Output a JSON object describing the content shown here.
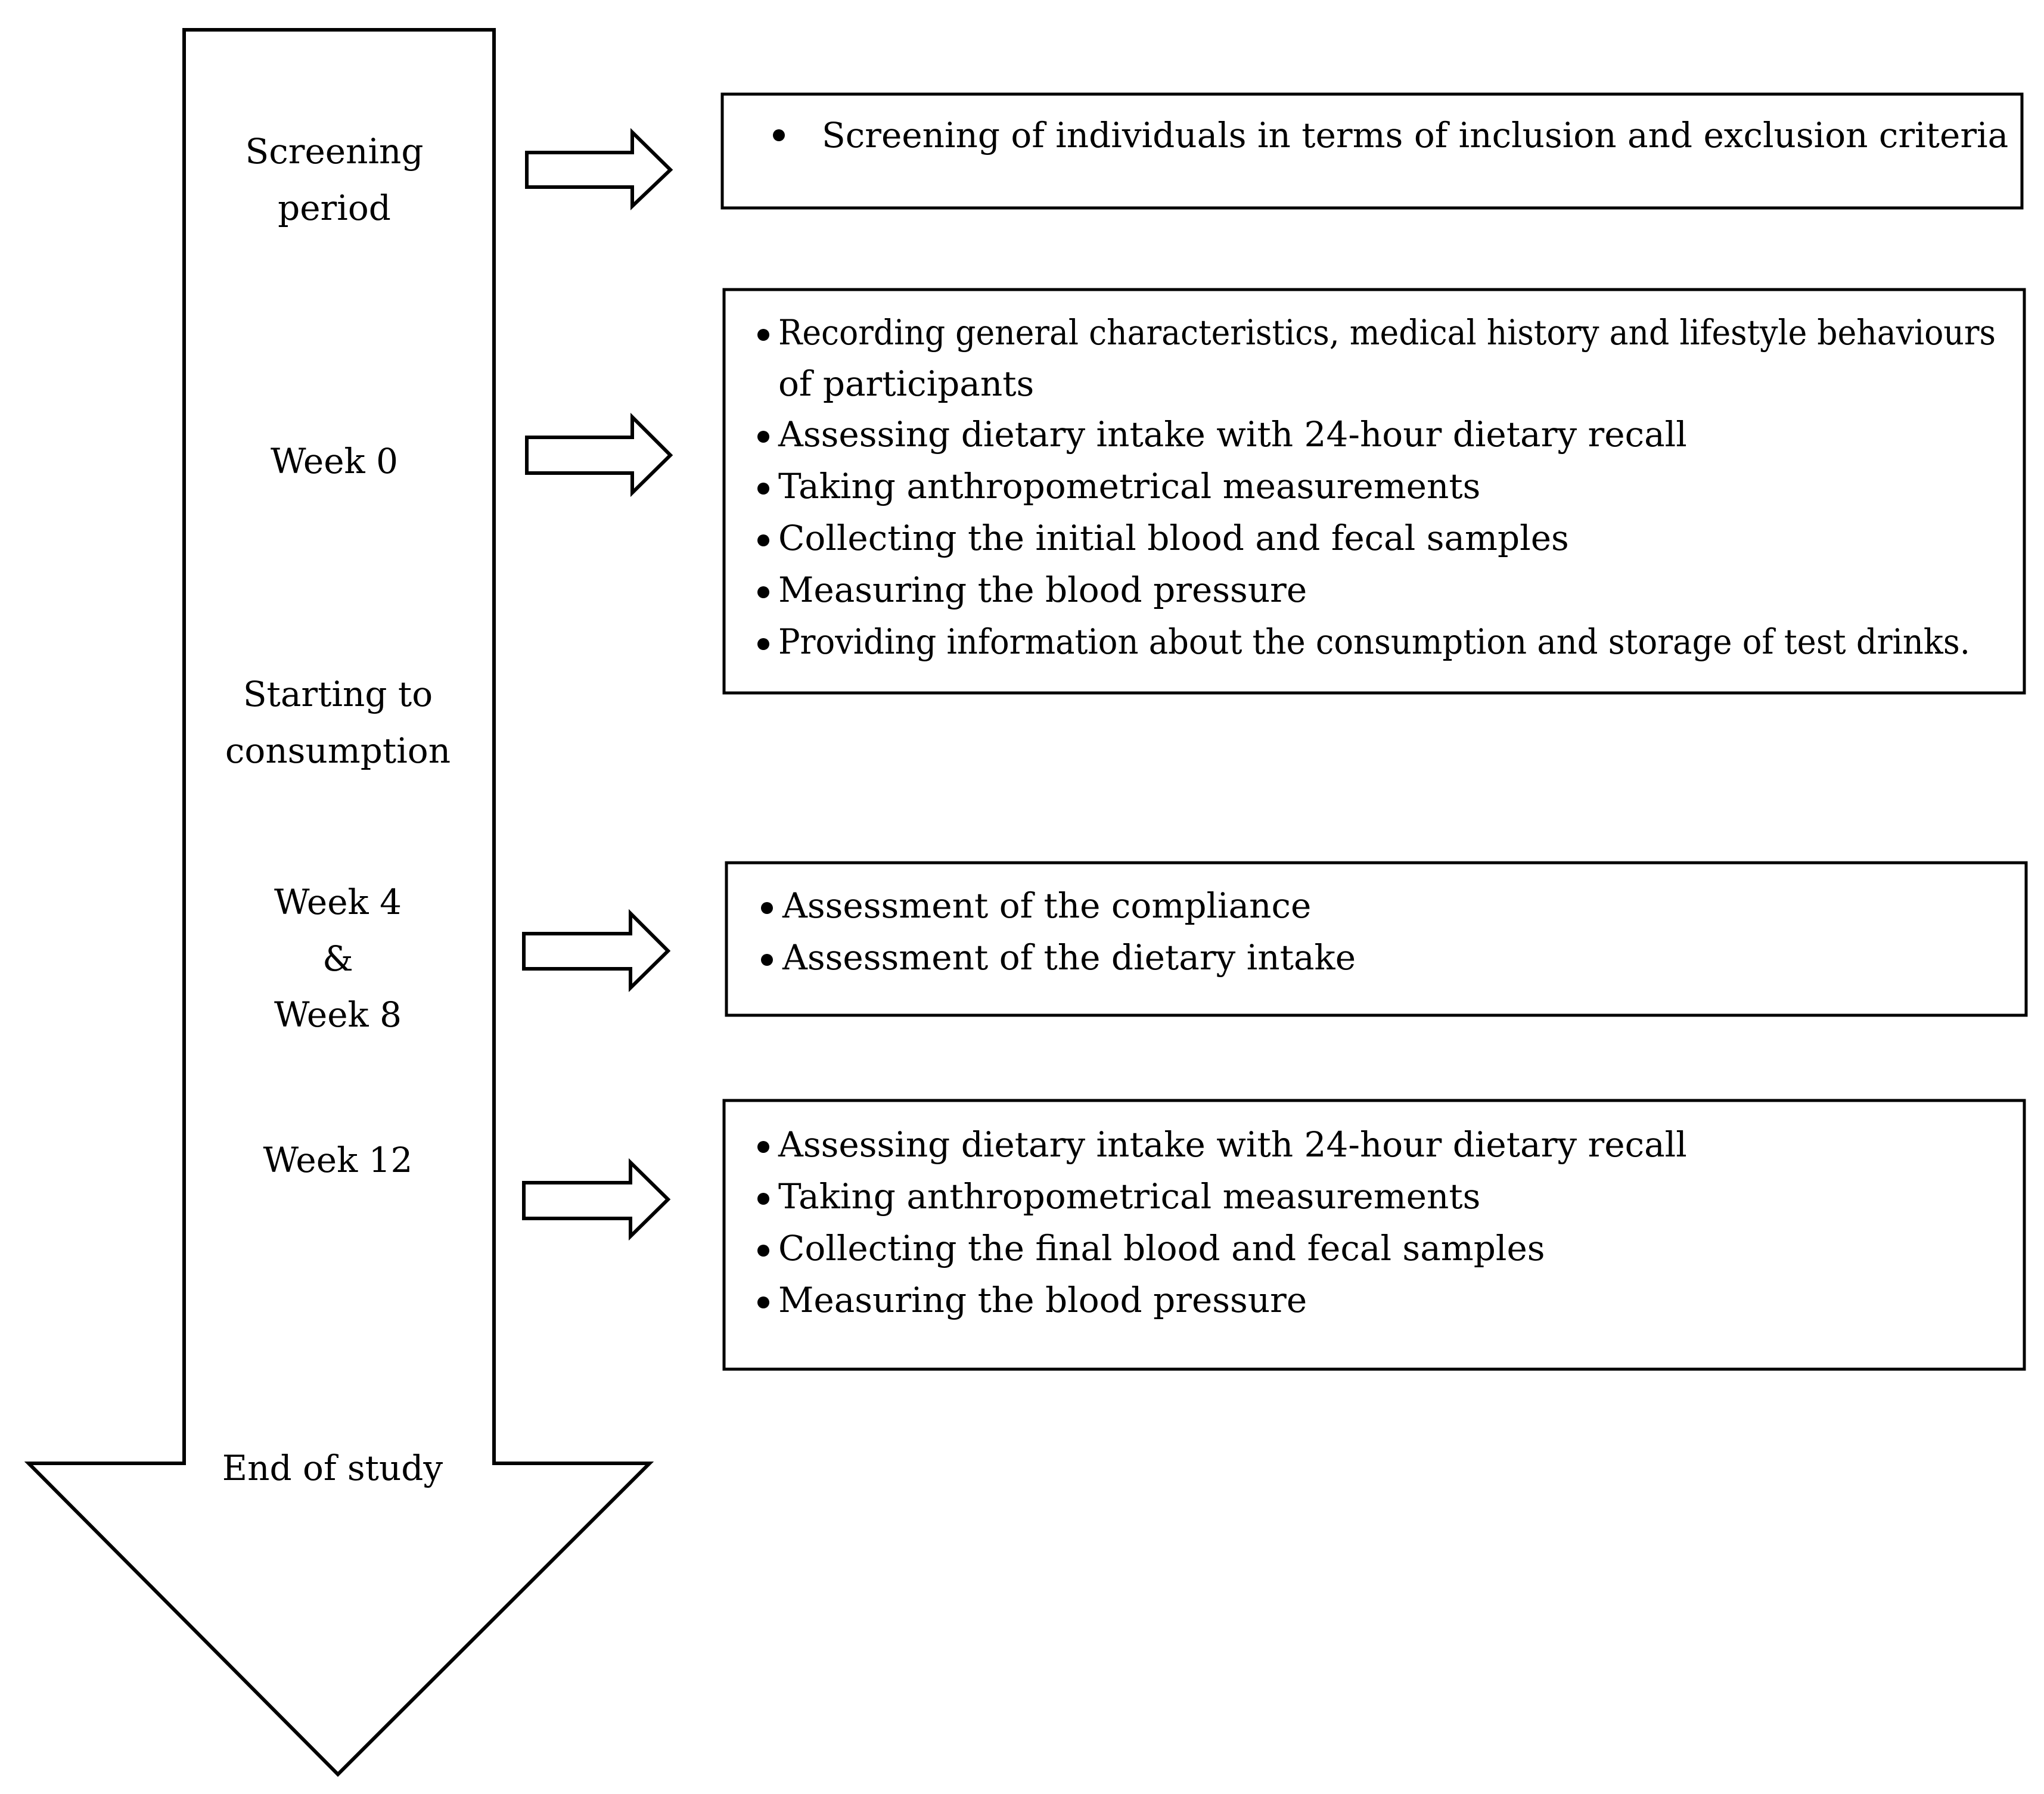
{
  "timeline": {
    "phases": [
      {
        "id": "screening",
        "lines": [
          "Screening",
          "period"
        ]
      },
      {
        "id": "week0",
        "lines": [
          "Week 0"
        ]
      },
      {
        "id": "starting",
        "lines": [
          "Starting to",
          "consumption"
        ]
      },
      {
        "id": "week4-8",
        "lines": [
          "Week 4",
          "&",
          "Week 8"
        ]
      },
      {
        "id": "week12",
        "lines": [
          "Week 12"
        ]
      },
      {
        "id": "end",
        "lines": [
          "End of study"
        ]
      }
    ]
  },
  "boxes": [
    {
      "id": "screening-box",
      "items": [
        [
          "Screening of individuals in terms of inclusion and exclusion criteria"
        ]
      ]
    },
    {
      "id": "week0-box",
      "items": [
        [
          "Recording general characteristics, medical history and lifestyle behaviours",
          "of participants"
        ],
        [
          "Assessing dietary intake with 24-hour dietary recall"
        ],
        [
          "Taking anthropometrical measurements"
        ],
        [
          "Collecting the initial blood and fecal samples"
        ],
        [
          "Measuring the blood pressure"
        ],
        [
          "Providing information about the consumption and storage of test drinks."
        ]
      ]
    },
    {
      "id": "week4-8-box",
      "items": [
        [
          "Assessment of the compliance"
        ],
        [
          "Assessment of the dietary intake"
        ]
      ]
    },
    {
      "id": "week12-box",
      "items": [
        [
          "Assessing dietary intake with 24-hour dietary recall"
        ],
        [
          "Taking anthropometrical measurements"
        ],
        [
          "Collecting the final blood and fecal samples"
        ],
        [
          "Measuring the blood pressure"
        ]
      ]
    }
  ]
}
